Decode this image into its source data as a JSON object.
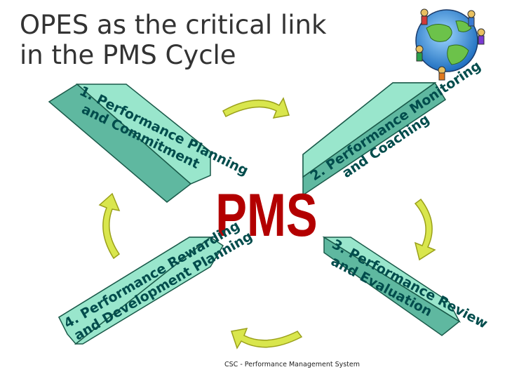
{
  "title": {
    "line1": "OPES as the critical link",
    "line2": "in the PMS Cycle"
  },
  "center_label": "PMS",
  "stages": [
    {
      "number": "1.",
      "line1": "Performance Planning",
      "line2": "and Commitment"
    },
    {
      "number": "2.",
      "line1": "Performance Monitoring",
      "line2": "and Coaching"
    },
    {
      "number": "3.",
      "line1": "Performance Review",
      "line2": "and Evaluation"
    },
    {
      "number": "4.",
      "line1": "Performance Rewarding",
      "line2": "and Development Planning"
    }
  ],
  "footer": "CSC - Performance Management System",
  "colors": {
    "arm_face": "#99e6cc",
    "arm_shade": "#5fb8a0",
    "arm_outline": "#1a5a4a",
    "arm_text": "#004c4c",
    "pms": "#b30000",
    "cycle_arrow": "#d9e64d",
    "cycle_arrow_shade": "#9aa01a"
  },
  "icons": [
    "globe-with-people-clipart",
    "curved-cycle-arrow"
  ]
}
